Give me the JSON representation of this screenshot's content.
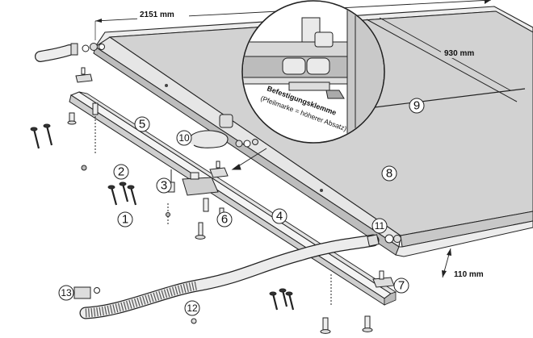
{
  "dimensions": {
    "length": "2151 mm",
    "width": "930 mm",
    "height": "110 mm"
  },
  "detail": {
    "caption_line1": "Befestigungsklemme",
    "caption_line2": "(Pfeilmarke = höherer Absatz)"
  },
  "callouts": [
    "1",
    "2",
    "3",
    "4",
    "5",
    "6",
    "7",
    "8",
    "9",
    "10",
    "11",
    "12",
    "13"
  ],
  "colors": {
    "panel_face": "#d2d2d2",
    "panel_edge": "#b9b9b9",
    "frame": "#e9e9e9",
    "line": "#222222",
    "hose": "#e6e6e6"
  }
}
